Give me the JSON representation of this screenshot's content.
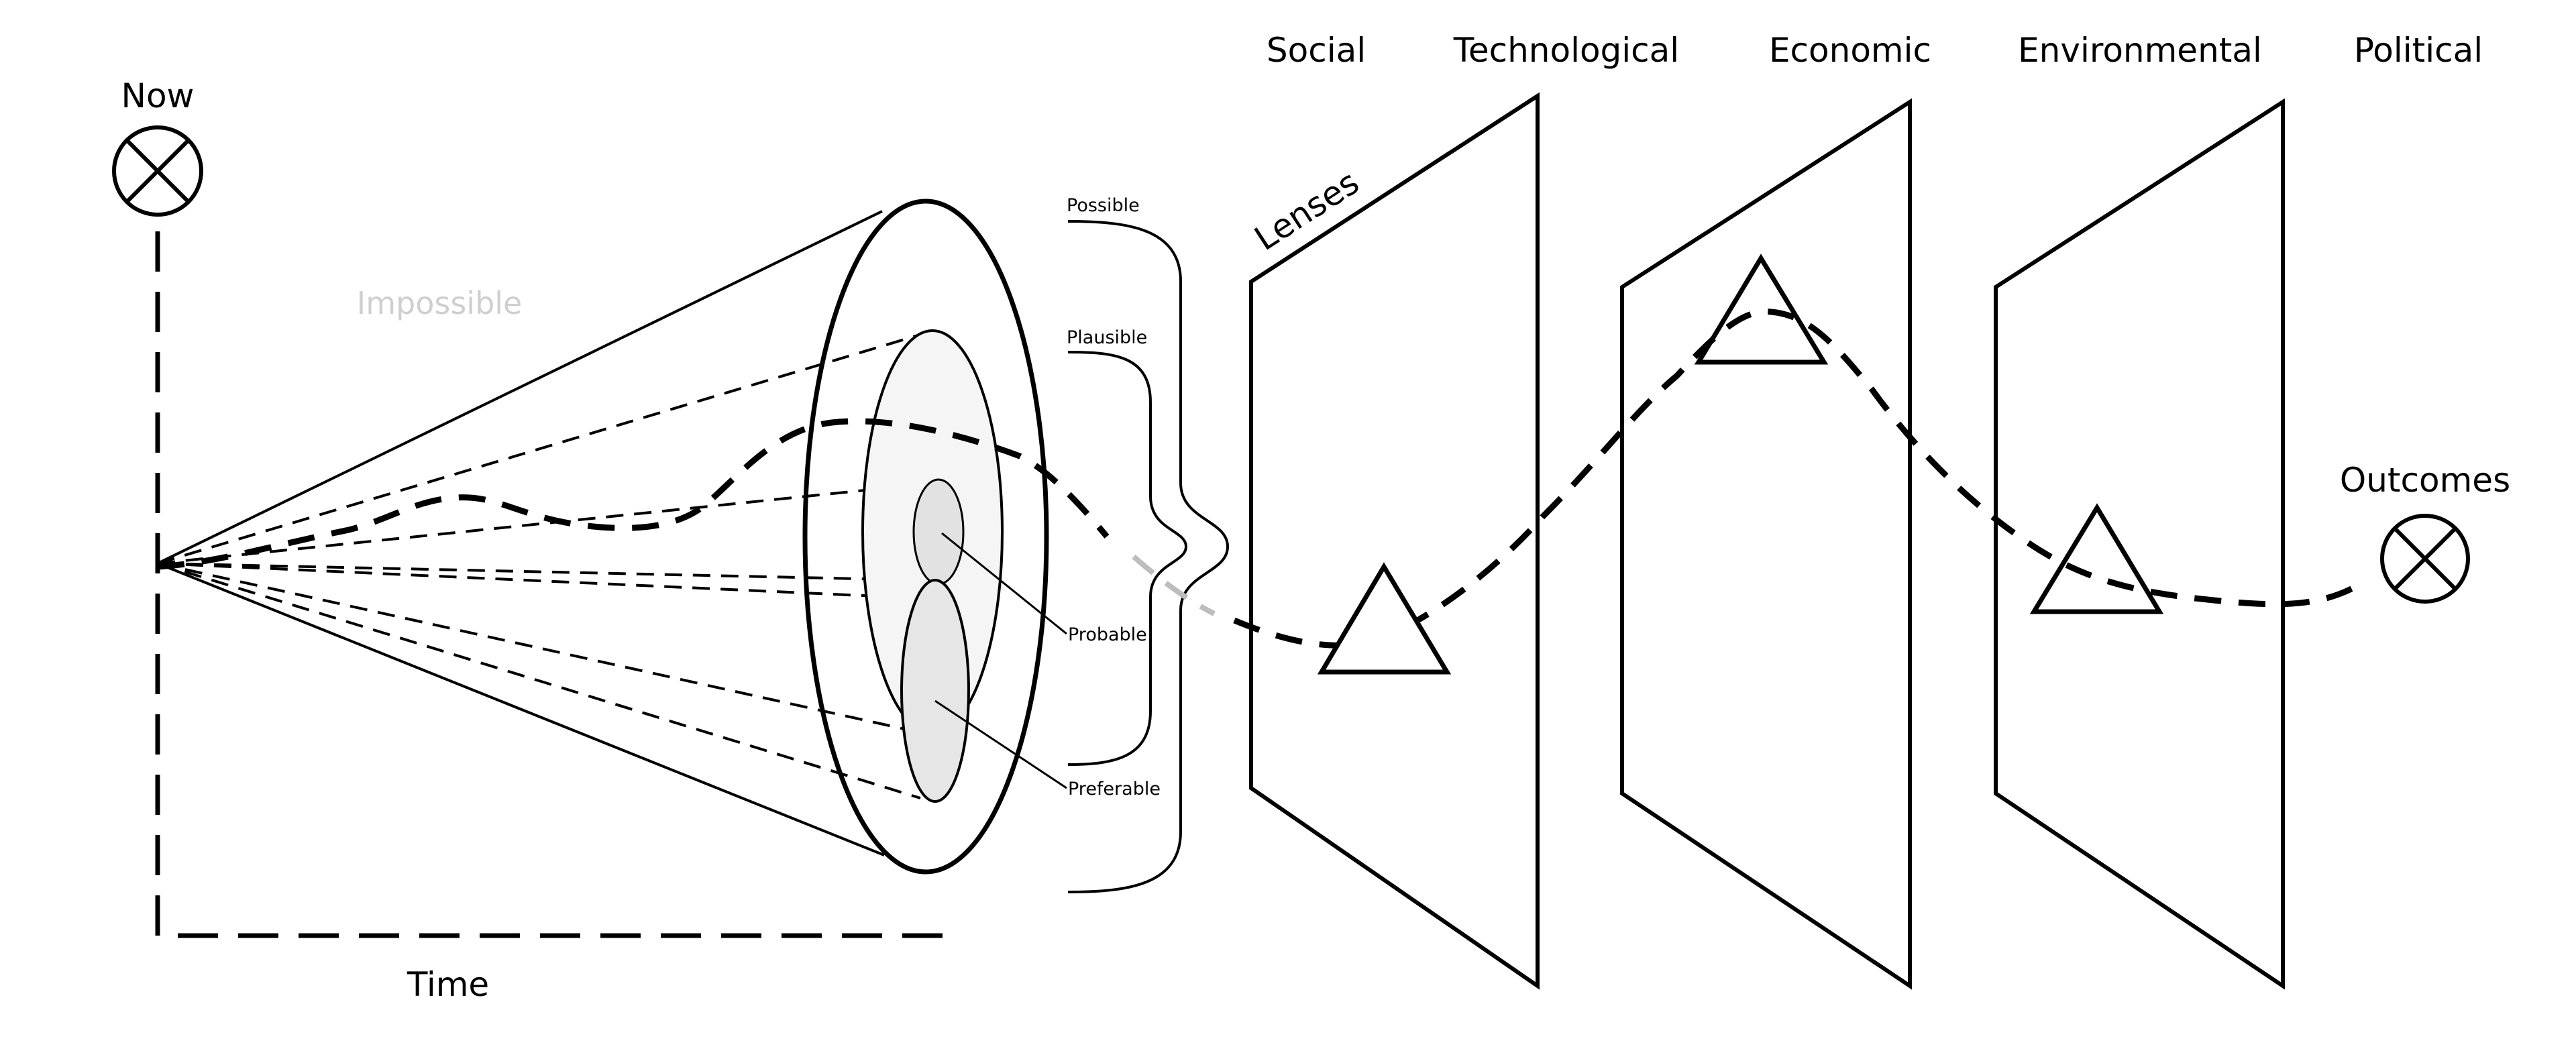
{
  "labels": {
    "now": "Now",
    "time": "Time",
    "impossible": "Impossible",
    "lenses": "Lenses",
    "outcomes": "Outcomes",
    "cone": {
      "possible": "Possible",
      "plausible": "Plausible",
      "probable": "Probable",
      "preferable": "Preferable"
    },
    "lens_headers": [
      "Social",
      "Technological",
      "Economic",
      "Environmental",
      "Political"
    ]
  },
  "colors": {
    "stroke": "#000000",
    "ghost_text": "#cfcfcf",
    "plausible_fill": "#f5f5f5",
    "probable_fill": "#e2e2e2",
    "preferable_fill": "#e6e6e6"
  },
  "icons": {
    "now_marker": "circle-x-icon",
    "outcome_marker": "circle-x-icon",
    "lens_event": "triangle-icon"
  }
}
